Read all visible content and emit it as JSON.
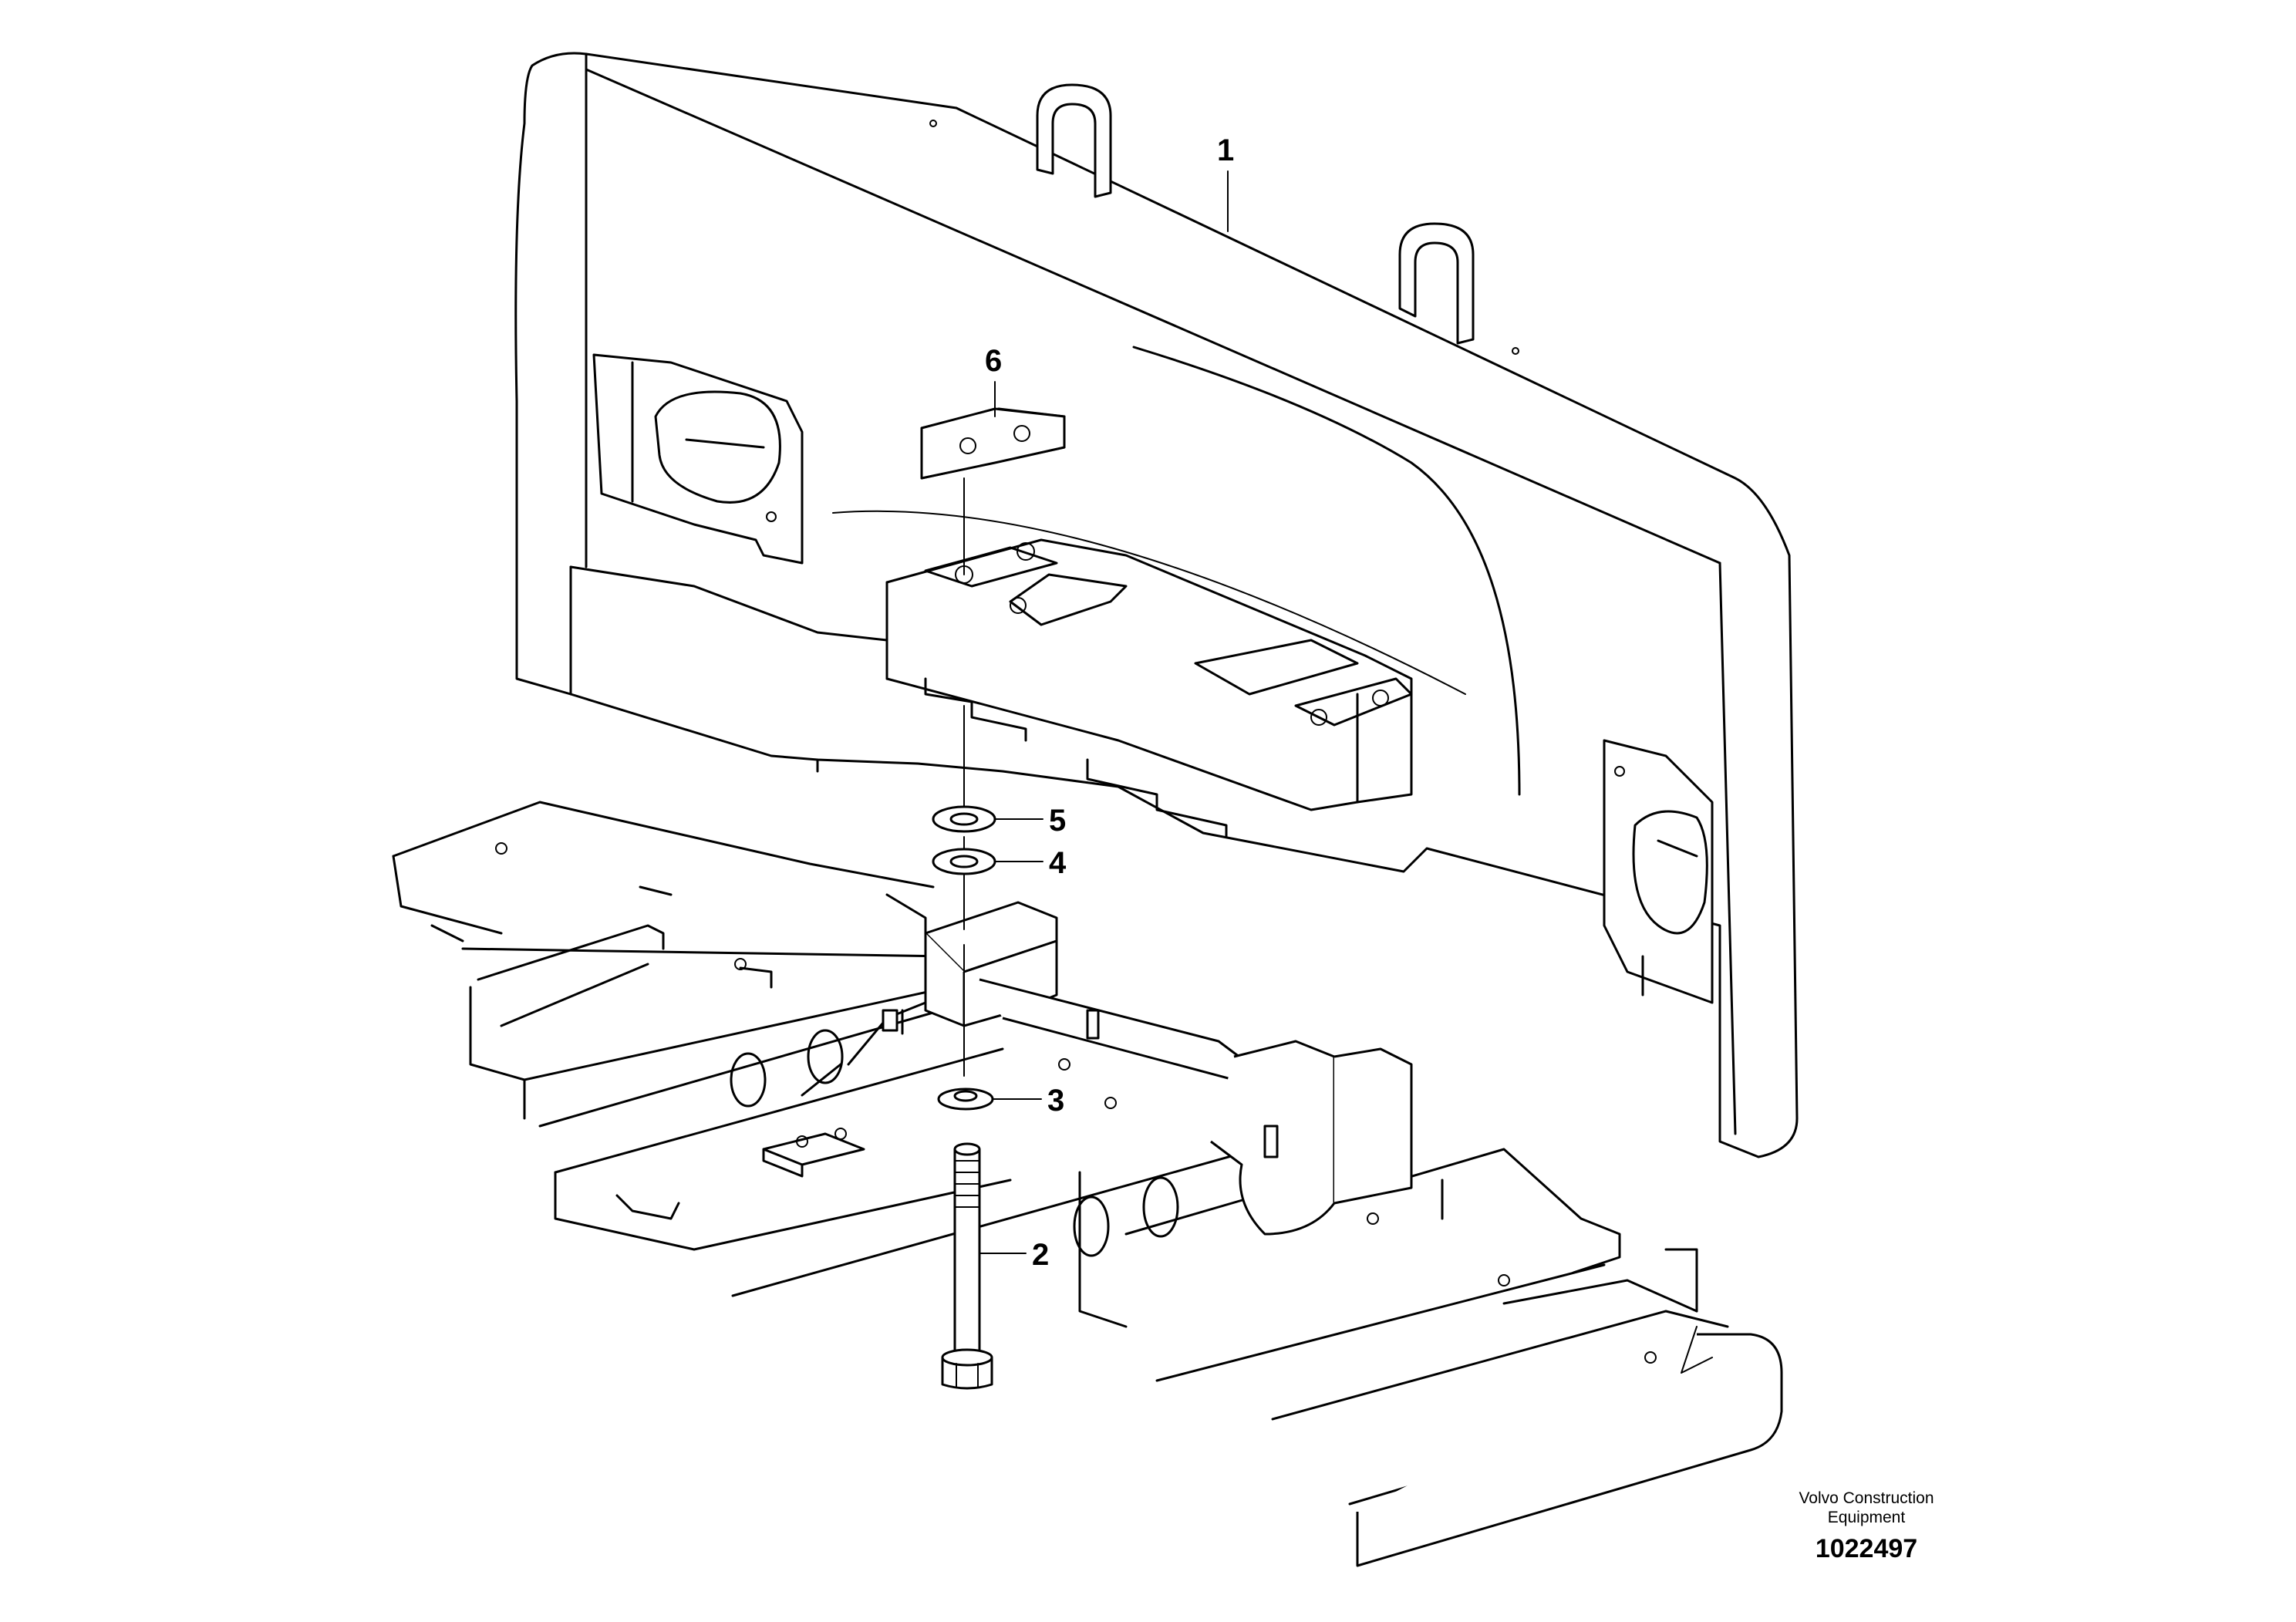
{
  "callouts": {
    "c1": "1",
    "c2": "2",
    "c3": "3",
    "c4": "4",
    "c5": "5",
    "c6": "6"
  },
  "credit": {
    "line1": "Volvo Construction",
    "line2": "Equipment",
    "number": "1022497"
  },
  "colors": {
    "line": "#000000",
    "background": "#ffffff"
  }
}
